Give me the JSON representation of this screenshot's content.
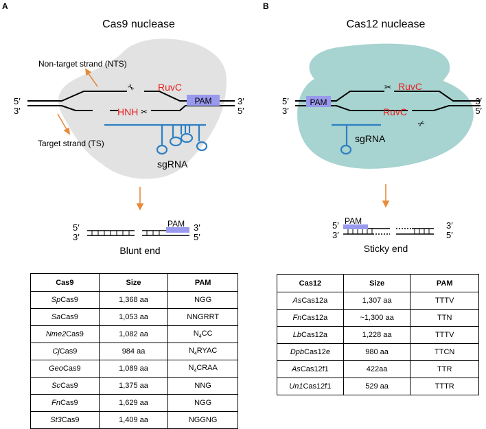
{
  "panel_a": {
    "letter": "A",
    "title": "Cas9 nuclease",
    "nts_label": "Non-target strand (NTS)",
    "ts_label": "Target strand (TS)",
    "ruvc_label": "RuvC",
    "hnh_label": "HNH",
    "pam_label": "PAM",
    "sgrna_label": "sgRNA",
    "end_5prime": "5′",
    "end_3prime": "3′",
    "product_label": "Blunt end"
  },
  "panel_b": {
    "letter": "B",
    "title": "Cas12 nuclease",
    "ruvc_label": "RuvC",
    "pam_label": "PAM",
    "sgrna_label": "sgRNA",
    "end_5prime": "5′",
    "end_3prime": "3′",
    "product_label": "Sticky end"
  },
  "table_a": {
    "headers": [
      "Cas9",
      "Size",
      "PAM"
    ],
    "rows": [
      {
        "prefix": "Sp",
        "suffix": "Cas9",
        "size": "1,368 aa",
        "pam": "NGG"
      },
      {
        "prefix": "Sa",
        "suffix": "Cas9",
        "size": "1,053 aa",
        "pam": "NNGRRT"
      },
      {
        "prefix": "Nme2",
        "suffix": "Cas9",
        "size": "1,082 aa",
        "pam_pre": "N",
        "pam_sub": "4",
        "pam_post": "CC"
      },
      {
        "prefix": "Cj",
        "suffix": "Cas9",
        "size": "984 aa",
        "pam_pre": "N",
        "pam_sub": "4",
        "pam_post": "RYAC"
      },
      {
        "prefix": "Geo",
        "suffix": "Cas9",
        "size": "1,089 aa",
        "pam_pre": "N",
        "pam_sub": "4",
        "pam_post": "CRAA"
      },
      {
        "prefix": "Sc",
        "suffix": "Cas9",
        "size": "1,375 aa",
        "pam": "NNG"
      },
      {
        "prefix": "Fn",
        "suffix": "Cas9",
        "size": "1,629 aa",
        "pam": "NGG"
      },
      {
        "prefix": "St3",
        "suffix": "Cas9",
        "size": "1,409 aa",
        "pam": "NGGNG"
      }
    ]
  },
  "table_b": {
    "headers": [
      "Cas12",
      "Size",
      "PAM"
    ],
    "rows": [
      {
        "prefix": "As",
        "suffix": "Cas12a",
        "size": "1,307 aa",
        "pam": "TTTV"
      },
      {
        "prefix": "Fn",
        "suffix": "Cas12a",
        "size": "~1,300 aa",
        "pam": "TTN"
      },
      {
        "prefix": "Lb",
        "suffix": "Cas12a",
        "size": "1,228 aa",
        "pam": "TTTV"
      },
      {
        "prefix": "Dpb",
        "suffix": "Cas12e",
        "size": "980 aa",
        "pam": "TTCN"
      },
      {
        "prefix": "As",
        "suffix": "Cas12f1",
        "size": "422aa",
        "pam": "TTR"
      },
      {
        "prefix": "Un1",
        "suffix": "Cas12f1",
        "size": "529 aa",
        "pam": "TTTR"
      }
    ]
  },
  "colors": {
    "cas9_body": "#e2e2e2",
    "cas12_body": "#a7d3d0",
    "arrow": "#e88a3c",
    "pam_box": "#9999ee",
    "sgrna": "#2e7fc2",
    "domain_label": "#e8211f"
  }
}
